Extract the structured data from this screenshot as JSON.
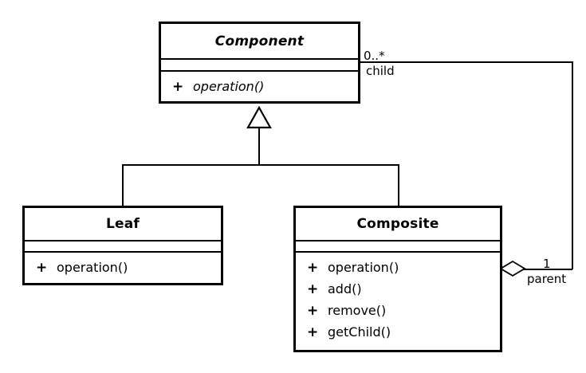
{
  "diagram": {
    "kind": "uml-class-diagram",
    "pattern": "Composite",
    "background_color": "#ffffff",
    "stroke_color": "#000000"
  },
  "classes": {
    "component": {
      "name": "Component",
      "is_abstract": true,
      "attributes": [],
      "operations": [
        {
          "visibility": "+",
          "label": "operation()",
          "is_abstract": true
        }
      ]
    },
    "leaf": {
      "name": "Leaf",
      "is_abstract": false,
      "attributes": [],
      "operations": [
        {
          "visibility": "+",
          "label": "operation()",
          "is_abstract": false
        }
      ]
    },
    "composite": {
      "name": "Composite",
      "is_abstract": false,
      "attributes": [],
      "operations": [
        {
          "visibility": "+",
          "label": "operation()",
          "is_abstract": false
        },
        {
          "visibility": "+",
          "label": "add()",
          "is_abstract": false
        },
        {
          "visibility": "+",
          "label": "remove()",
          "is_abstract": false
        },
        {
          "visibility": "+",
          "label": "getChild()",
          "is_abstract": false
        }
      ]
    }
  },
  "relationships": {
    "generalization_leaf": {
      "type": "generalization",
      "from": "Leaf",
      "to": "Component",
      "arrow": "hollow-triangle"
    },
    "generalization_composite": {
      "type": "generalization",
      "from": "Composite",
      "to": "Component",
      "arrow": "hollow-triangle"
    },
    "aggregation": {
      "type": "aggregation",
      "from": "Composite",
      "to": "Component",
      "arrow": "hollow-diamond",
      "child_multiplicity": "0..*",
      "child_role": "child",
      "parent_multiplicity": "1",
      "parent_role": "parent"
    }
  }
}
